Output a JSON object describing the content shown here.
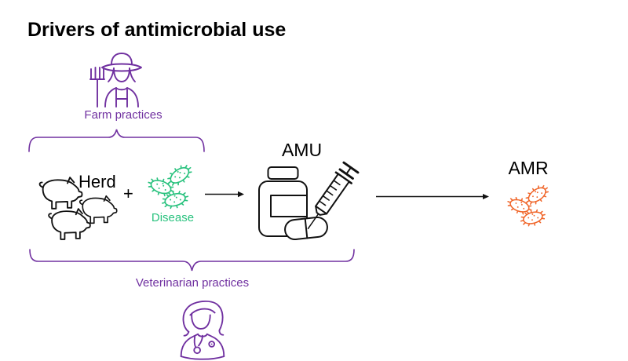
{
  "title": "Drivers of antimicrobial use",
  "colors": {
    "purple": "#7030A0",
    "green": "#29C27E",
    "orange": "#F0662A",
    "ink": "#000000"
  },
  "nodes": {
    "farm": "Farm practices",
    "herd": "Herd",
    "plus": "+",
    "disease": "Disease",
    "amu": "AMU",
    "amr": "AMR",
    "vet": "Veterinarian practices"
  },
  "icons": {
    "farm": "farmer-icon",
    "herd": "pig-icon",
    "disease": "bacteria-icon",
    "amu": "medicine-bottle-syringe-icon",
    "amr": "bacteria-icon",
    "vet": "veterinarian-icon"
  }
}
